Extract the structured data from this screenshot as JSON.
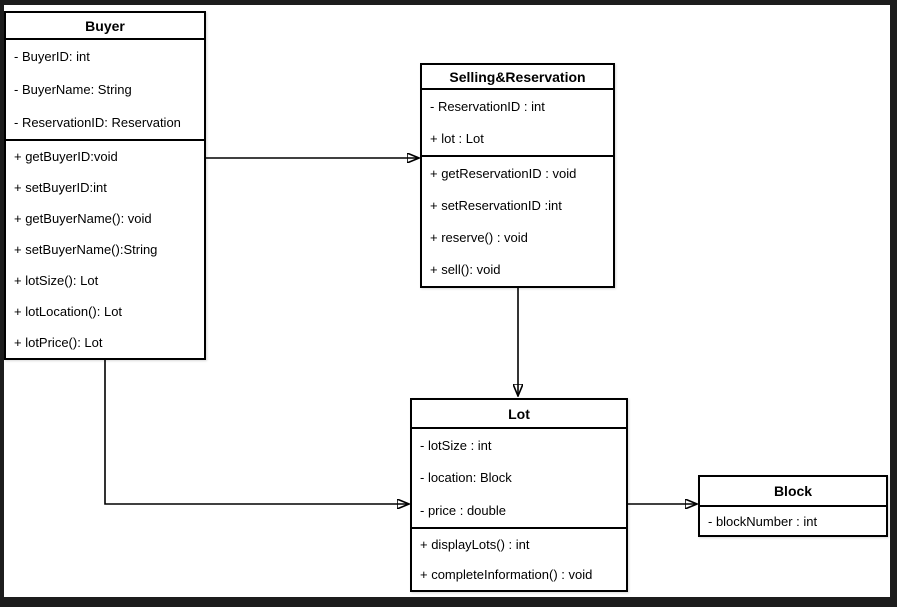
{
  "diagram": {
    "type": "uml-class-diagram",
    "background_color": "#ffffff",
    "frame_color": "#1d1d1d",
    "line_color": "#000000",
    "text_color": "#000000"
  },
  "classes": [
    {
      "id": "buyer",
      "title": "Buyer",
      "attributes": [
        "- BuyerID: int",
        "- BuyerName: String",
        "- ReservationID: Reservation"
      ],
      "methods": [
        "+ getBuyerID:void",
        "+ setBuyerID:int",
        "+ getBuyerName(): void",
        "+ setBuyerName():String",
        "+ lotSize(): Lot",
        "+ lotLocation(): Lot",
        "+ lotPrice(): Lot"
      ]
    },
    {
      "id": "selling_reservation",
      "title": "Selling&Reservation",
      "attributes": [
        "- ReservationID : int",
        "+ lot : Lot"
      ],
      "methods": [
        "+ getReservationID : void",
        "+ setReservationID :int",
        "+ reserve() : void",
        "+ sell(): void"
      ]
    },
    {
      "id": "lot",
      "title": "Lot",
      "attributes": [
        "- lotSize : int",
        "- location: Block",
        "- price : double"
      ],
      "methods": [
        "+ displayLots() : int",
        "+ completeInformation() : void"
      ]
    },
    {
      "id": "block",
      "title": "Block",
      "attributes": [
        "- blockNumber : int"
      ],
      "methods": []
    }
  ],
  "relationships": [
    {
      "from": "Buyer",
      "to": "Selling&Reservation",
      "style": "solid-filled-arrow"
    },
    {
      "from": "Selling&Reservation",
      "to": "Lot",
      "style": "solid-filled-arrow"
    },
    {
      "from": "Buyer",
      "to": "Lot",
      "style": "solid-filled-arrow"
    },
    {
      "from": "Lot",
      "to": "Block",
      "style": "solid-filled-arrow"
    }
  ]
}
